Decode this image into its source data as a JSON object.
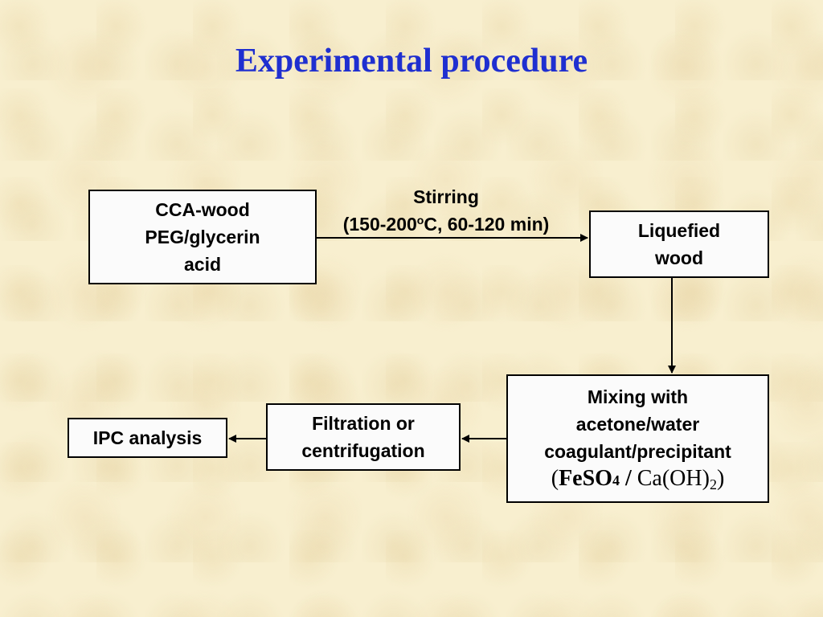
{
  "title": "Experimental procedure",
  "nodes": {
    "start": {
      "lines": [
        "CCA-wood",
        "PEG/glycerin",
        "acid"
      ]
    },
    "liquefied": {
      "lines": [
        "Liquefied",
        "wood"
      ]
    },
    "mixing": {
      "lines": [
        "Mixing with",
        "acetone/water",
        "coagulant/precipitant"
      ],
      "formula": {
        "open": "(",
        "a": "FeSO",
        "a_sub": "4",
        "sep": " / ",
        "b": "Ca(OH)",
        "b_sub": "2",
        "close": ")"
      }
    },
    "filtration": {
      "lines": [
        "Filtration or",
        "centrifugation"
      ]
    },
    "ipc": {
      "label": "IPC analysis"
    }
  },
  "edge_stirring": {
    "line1": "Stirring",
    "line2_pre": "(150-200",
    "line2_sup": "o",
    "line2_post": "C, 60-120 min)"
  },
  "colors": {
    "title": "#1f2fd0",
    "background": "#f8efcf",
    "box_border": "#000000"
  }
}
